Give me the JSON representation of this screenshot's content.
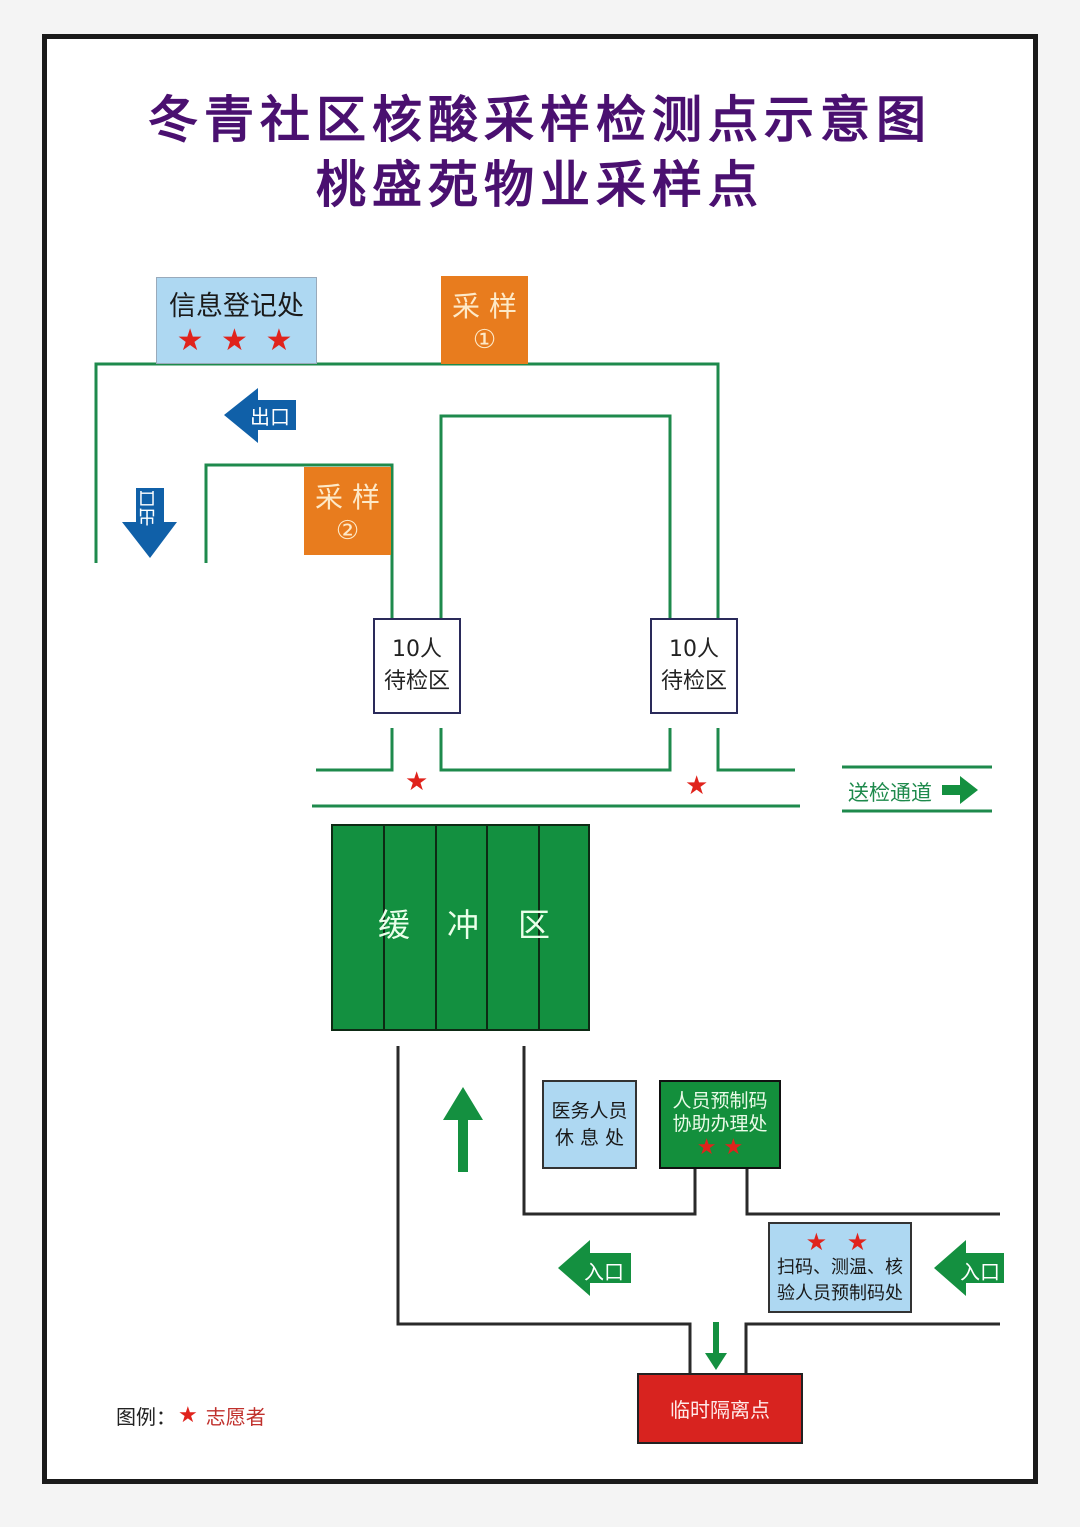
{
  "title": {
    "line1": "冬青社区核酸采样检测点示意图",
    "line2": "桃盛苑物业采样点"
  },
  "nodes": {
    "registration": {
      "label": "信息登记处",
      "stars": "★ ★ ★"
    },
    "sampling1": {
      "label": "采 样",
      "num": "①"
    },
    "sampling2": {
      "label": "采 样",
      "num": "②"
    },
    "wait_left": {
      "line1": "10人",
      "line2": "待检区"
    },
    "wait_right": {
      "line1": "10人",
      "line2": "待检区"
    },
    "buffer": {
      "chars": [
        "缓",
        "冲",
        "区"
      ]
    },
    "medical_rest": {
      "line1": "医务人员",
      "line2": "休 息 处"
    },
    "precode_help": {
      "line1": "人员预制码",
      "line2": "协助办理处",
      "stars": "★ ★"
    },
    "scan_check": {
      "stars": "★ ★",
      "line1": "扫码、测温、核",
      "line2": "验人员预制码处"
    },
    "quarantine": {
      "label": "临时隔离点"
    }
  },
  "arrows": {
    "exit_left": "出口",
    "exit_down": "出口",
    "transport": "送检通道",
    "entrance_mid": "入口",
    "entrance_right": "入口"
  },
  "channel_stars": [
    "★",
    "★"
  ],
  "legend": {
    "label": "图例：",
    "star": "★",
    "text": "志愿者"
  },
  "colors": {
    "title": "#4a1070",
    "path_green": "#1e8a4c",
    "arrow_blue": "#1060a8",
    "arrow_green": "#149040",
    "orange": "#e87c1e",
    "light_blue": "#aed8f2",
    "volunteer_star": "#e0231c",
    "quarantine_red": "#d8231f"
  }
}
